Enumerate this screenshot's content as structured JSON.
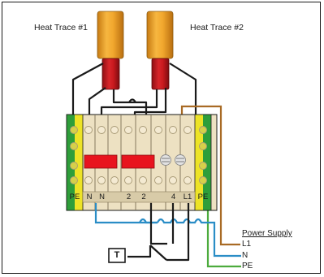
{
  "labels": {
    "heat_trace_1": "Heat Trace #1",
    "heat_trace_2": "Heat Trace #2",
    "power_supply": "Power Supply",
    "l1": "L1",
    "n": "N",
    "pe": "PE",
    "thermostat": "T"
  },
  "terminals": [
    "PE",
    "N",
    "N",
    "2",
    "2",
    "4",
    "L1",
    "PE"
  ],
  "colors": {
    "outline": "#1a1a1a",
    "cable_orange": "#f0a030",
    "cable_red": "#c8191e",
    "terminal_body": "#ede1c2",
    "terminal_green": "#2e9e3a",
    "terminal_yellow": "#ede327",
    "switch_red": "#e8141e",
    "wire_brown": "#a86a24",
    "wire_blue": "#2a8dc6",
    "wire_green": "#4cab3d",
    "wire_black": "#1a1a1a"
  }
}
